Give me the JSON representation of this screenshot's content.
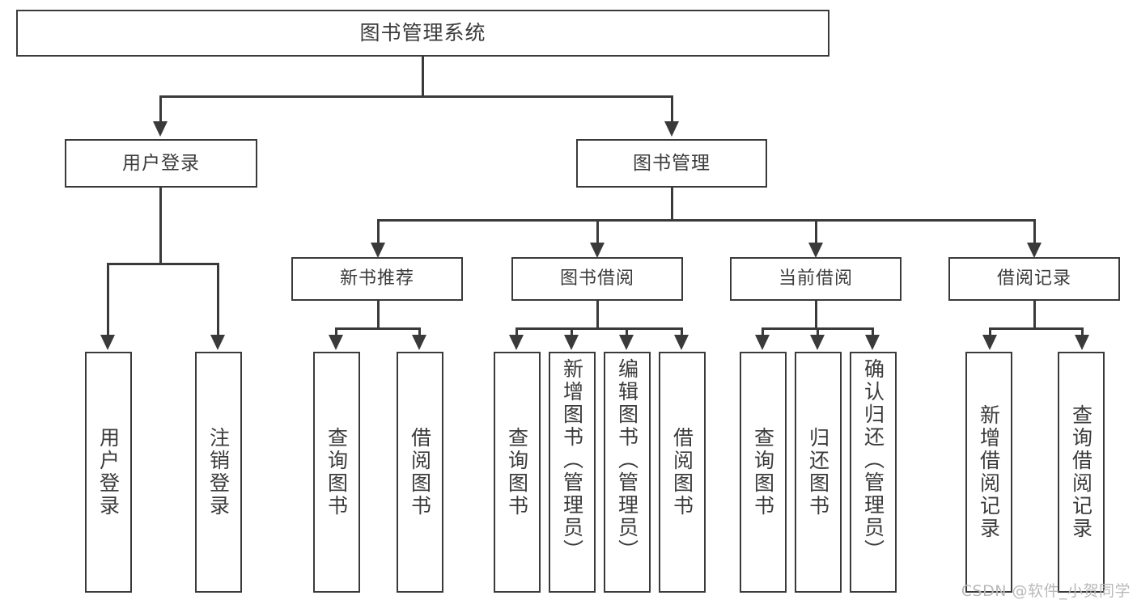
{
  "diagram": {
    "type": "tree",
    "title": "图书管理系统",
    "watermark": "CSDN @软件_小贺同学",
    "colors": {
      "box_border": "#3a3a3a",
      "box_fill": "#ffffff",
      "text": "#3b3b3b",
      "connector": "#3a3a3a",
      "watermark": "#b9b9b9",
      "background": "#ffffff"
    },
    "nodes": {
      "root": {
        "label": "图书管理系统"
      },
      "level2": [
        {
          "label": "用户登录"
        },
        {
          "label": "图书管理"
        }
      ],
      "level3": [
        {
          "label": "新书推荐"
        },
        {
          "label": "图书借阅"
        },
        {
          "label": "当前借阅"
        },
        {
          "label": "借阅记录"
        }
      ],
      "leaves": {
        "user_login": [
          {
            "label": "用户登录"
          },
          {
            "label": "注销登录"
          }
        ],
        "new_book_recommend": [
          {
            "label": "查询图书"
          },
          {
            "label": "借阅图书"
          }
        ],
        "book_borrow": [
          {
            "label": "查询图书"
          },
          {
            "label": "新增图书（管理员）"
          },
          {
            "label": "编辑图书（管理员）"
          },
          {
            "label": "借阅图书"
          }
        ],
        "current_borrow": [
          {
            "label": "查询图书"
          },
          {
            "label": "归还图书"
          },
          {
            "label": "确认归还（管理员）"
          }
        ],
        "borrow_records": [
          {
            "label": "新增借阅记录"
          },
          {
            "label": "查询借阅记录"
          }
        ]
      }
    }
  }
}
